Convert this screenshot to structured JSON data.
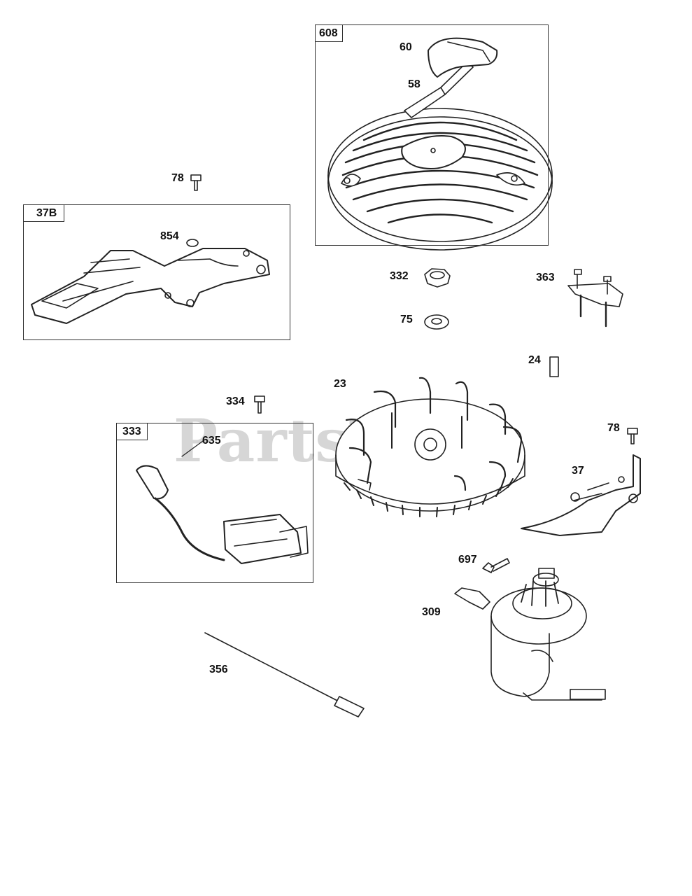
{
  "boxes": {
    "b608": "608",
    "b37B": "37B",
    "b333": "333"
  },
  "callouts": {
    "c60": "60",
    "c58": "58",
    "c78a": "78",
    "c854": "854",
    "c332": "332",
    "c363": "363",
    "c75": "75",
    "c24": "24",
    "c23": "23",
    "c334": "334",
    "c78b": "78",
    "c635": "635",
    "c37": "37",
    "c697": "697",
    "c309": "309",
    "c356": "356"
  },
  "watermark": "PartsTree",
  "parts": [
    {
      "id": "608",
      "icon": "recoil-starter-icon"
    },
    {
      "id": "37B",
      "icon": "blower-housing-plate-icon"
    },
    {
      "id": "333",
      "icon": "ignition-armature-icon"
    },
    {
      "id": "23",
      "icon": "flywheel-icon"
    },
    {
      "id": "309",
      "icon": "starter-motor-icon"
    },
    {
      "id": "37",
      "icon": "air-vane-icon"
    },
    {
      "id": "363",
      "icon": "terminal-bracket-icon"
    },
    {
      "id": "356",
      "icon": "ground-wire-icon"
    }
  ]
}
